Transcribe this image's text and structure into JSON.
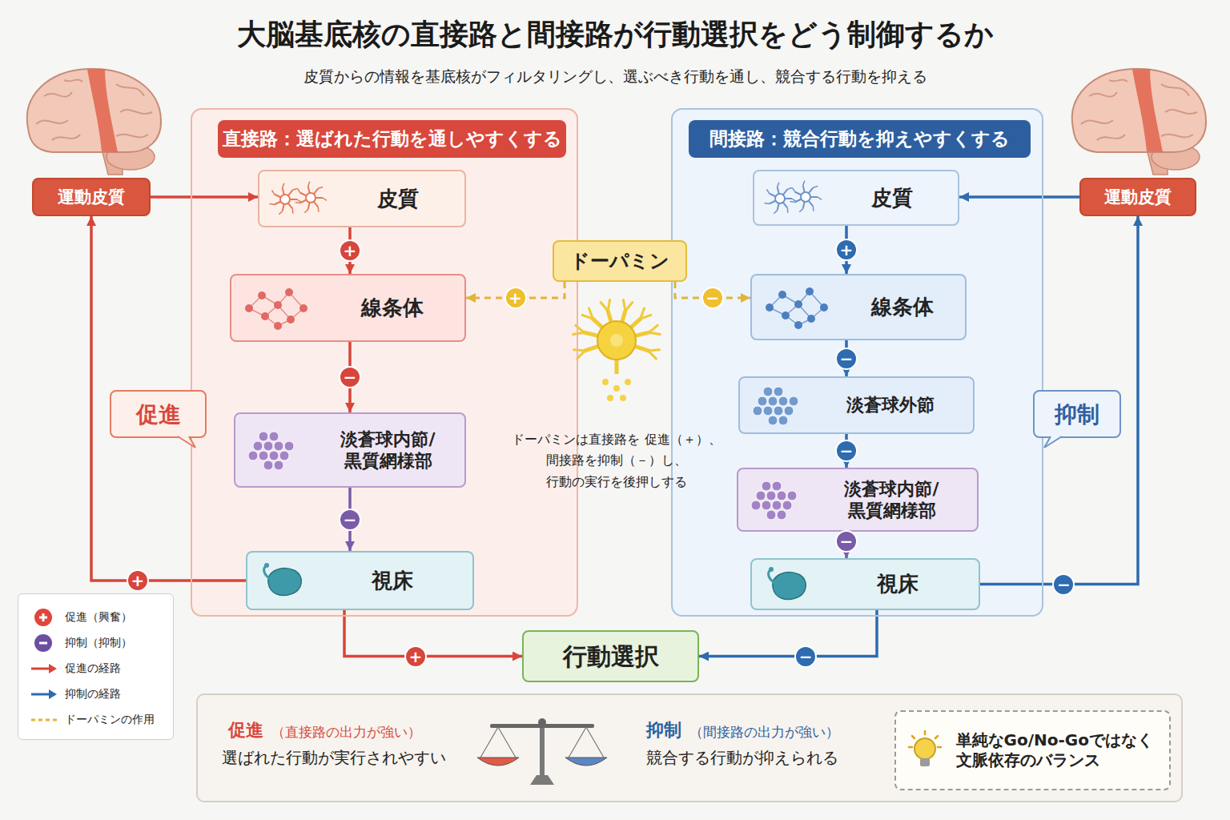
{
  "diagram": {
    "title": "大脳基底核の直接路と間接路が行動選択をどう制御するか",
    "nodes": [
      {
        "text": [
          "直接路：選ばれた行動を通しやすくする"
        ]
      },
      {
        "text": [
          "皮質"
        ],
        "in": 0
      },
      {
        "text": [
          "線条体"
        ],
        "in": 0
      },
      {
        "text": [
          "淡蒼球内節/ 黒質網様部"
        ],
        "in": 0
      },
      {
        "text": [
          "視床"
        ],
        "in": 0
      },
      {
        "text": [
          "間接路：競合行動を抑えやすくする"
        ]
      },
      {
        "text": [
          "皮質"
        ],
        "in": 5
      },
      {
        "text": [
          "線条体"
        ],
        "in": 5
      },
      {
        "text": [
          "淡蒼球外節"
        ],
        "in": 5
      },
      {
        "text": [
          "淡蒼球内節/ 黒質網様部"
        ],
        "in": 5
      },
      {
        "text": [
          "視床"
        ],
        "in": 5
      },
      {
        "text": [
          "運動皮質"
        ]
      },
      {
        "text": [
          "運動皮質"
        ]
      },
      {
        "text": [
          "ドーパミン"
        ]
      },
      {
        "text": [
          "行動選択"
        ]
      },
      {
        "text": [
          "促進"
        ]
      },
      {
        "text": [
          "抑制"
        ]
      },
      {
        "text": [
          "促進",
          "（直接路の出力が強い）",
          "選ばれた行動が実行されやすい",
          "抑制",
          "（間接路の出力が強い）",
          "競合する行動が抑えられる"
        ]
      },
      {
        "text": [
          "単純なGo/No-Goではなく 文脈依存のバランス"
        ],
        "in": 17
      }
    ],
    "edges": [
      {
        "from": 11,
        "to": 1,
        "arrow": "to"
      },
      {
        "from": 1,
        "to": 2,
        "label": "+",
        "arrow": "to"
      },
      {
        "from": 2,
        "to": 3,
        "label": "−",
        "arrow": "to"
      },
      {
        "from": 3,
        "to": 4,
        "label": "−",
        "arrow": "to"
      },
      {
        "from": 4,
        "to": 11,
        "label": "+",
        "arrow": "to"
      },
      {
        "from": 4,
        "to": 14,
        "label": "+",
        "arrow": "to"
      },
      {
        "from": 13,
        "to": 2,
        "label": "+",
        "arrow": "to"
      },
      {
        "from": 12,
        "to": 6,
        "arrow": "to"
      },
      {
        "from": 6,
        "to": 7,
        "label": "+",
        "arrow": "to"
      },
      {
        "from": 7,
        "to": 8,
        "label": "−",
        "arrow": "to"
      },
      {
        "from": 8,
        "to": 9,
        "label": "−",
        "arrow": "to"
      },
      {
        "from": 9,
        "to": 10,
        "label": "−",
        "arrow": "to"
      },
      {
        "from": 10,
        "to": 12,
        "label": "−",
        "arrow": "to"
      },
      {
        "from": 10,
        "to": 14,
        "label": "−",
        "arrow": "to"
      },
      {
        "from": 13,
        "to": 7,
        "label": "−",
        "arrow": "to"
      }
    ],
    "labels": [
      "皮質からの情報を基底核がフィルタリングし、選ぶべき行動を通し、競合する行動を抑える",
      "ドーパミンは直接路を 促進（＋）、間接路を抑制（－）し、 行動の実行を後押しする"
    ],
    "legend": [
      {
        "text": "促進（興奮）",
        "color": "#e0463a"
      },
      {
        "text": "抑制（抑制）",
        "color": "#6b4fa0"
      },
      {
        "text": "促進の経路"
      },
      {
        "text": "抑制の経路"
      },
      {
        "text": "ドーパミンの作用"
      }
    ]
  }
}
